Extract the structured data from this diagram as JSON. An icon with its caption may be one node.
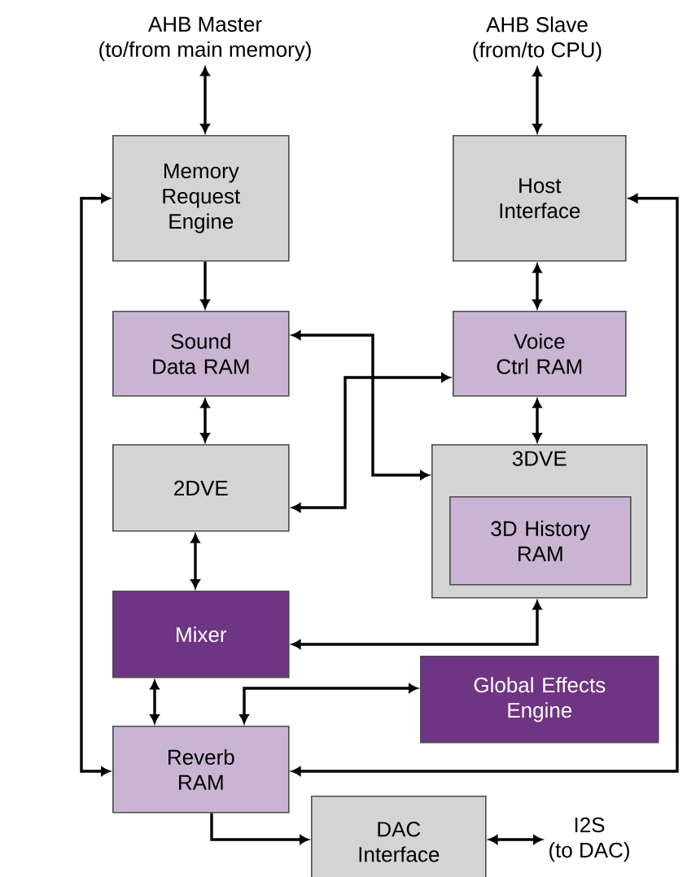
{
  "diagram": {
    "nodes": [
      {
        "text": [
          "AHB Master",
          "(to/from main memory)"
        ]
      },
      {
        "text": [
          "AHB Slave",
          "(from/to CPU)"
        ]
      },
      {
        "text": [
          "Memory Request Engine"
        ]
      },
      {
        "text": [
          "Host Interface"
        ]
      },
      {
        "text": [
          "Sound Data RAM"
        ]
      },
      {
        "text": [
          "Voice Ctrl RAM"
        ]
      },
      {
        "text": [
          "2DVE"
        ]
      },
      {
        "text": [
          "3DVE"
        ]
      },
      {
        "text": [
          "3D History RAM"
        ],
        "in": 7
      },
      {
        "text": [
          "Mixer"
        ]
      },
      {
        "text": [
          "Global Effects Engine"
        ]
      },
      {
        "text": [
          "Reverb RAM"
        ]
      },
      {
        "text": [
          "DAC Interface"
        ]
      },
      {
        "text": [
          "I2S",
          "(to DAC)"
        ]
      }
    ],
    "edges": [
      {
        "from": 0,
        "to": 2,
        "arrow": "both"
      },
      {
        "from": 1,
        "to": 3,
        "arrow": "both"
      },
      {
        "from": 2,
        "to": 4,
        "arrow": "to"
      },
      {
        "from": 3,
        "to": 5,
        "arrow": "both"
      },
      {
        "from": 4,
        "to": 7,
        "arrow": "both"
      },
      {
        "from": 5,
        "to": 6,
        "arrow": "both"
      },
      {
        "from": 4,
        "to": 6,
        "arrow": "both"
      },
      {
        "from": 5,
        "to": 7,
        "arrow": "both"
      },
      {
        "from": 6,
        "to": 9,
        "arrow": "both"
      },
      {
        "from": 9,
        "to": 7,
        "arrow": "both"
      },
      {
        "from": 9,
        "to": 11,
        "arrow": "both"
      },
      {
        "from": 11,
        "to": 10,
        "arrow": "both"
      },
      {
        "from": 2,
        "to": 11,
        "arrow": "both"
      },
      {
        "from": 3,
        "to": 11,
        "arrow": "both"
      },
      {
        "from": 11,
        "to": 12,
        "arrow": "to"
      },
      {
        "from": 12,
        "to": 13,
        "arrow": "both"
      }
    ]
  }
}
